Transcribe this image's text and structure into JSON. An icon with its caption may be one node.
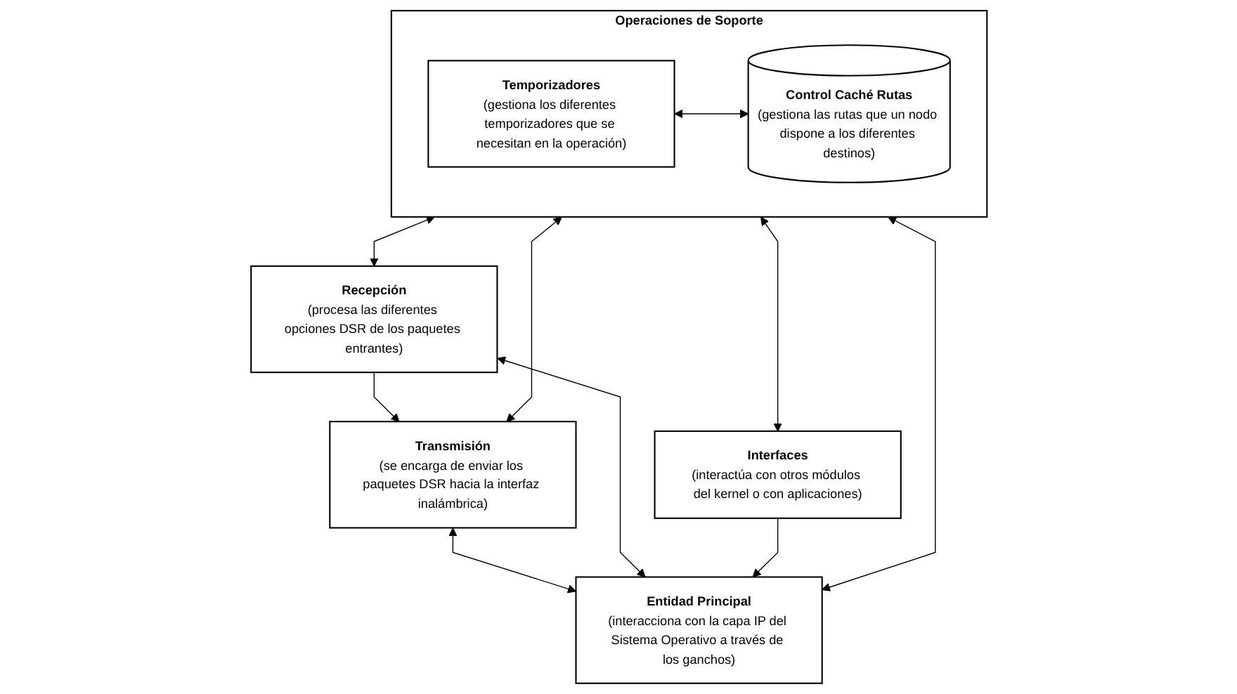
{
  "diagram": {
    "nodes": [
      {
        "text": [
          "Operaciones de Soporte"
        ]
      },
      {
        "text": [
          "Temporizadores",
          "(gestiona los diferentes temporizadores que se necesitan en la operación)"
        ],
        "in": 0
      },
      {
        "text": [
          "Control Caché Rutas",
          "(gestiona las rutas que un nodo dispone a los diferentes destinos)"
        ],
        "in": 0
      },
      {
        "text": [
          "Interfaces",
          "(interactúa con otros módulos del kernel o con aplicaciones)"
        ]
      },
      {
        "text": [
          "Transmisión",
          "(se encarga de enviar los paquetes DSR hacia la interfaz inalámbrica)"
        ]
      },
      {
        "text": [
          "Recepción",
          "(procesa las diferentes opciones DSR de los paquetes entrantes)"
        ]
      },
      {
        "text": [
          "Entidad Principal",
          "(interacciona con la capa IP del Sistema Operativo a través de los ganchos)"
        ]
      }
    ],
    "edges": [
      {
        "from": 1,
        "to": 2,
        "arrow": "both"
      },
      {
        "from": 0,
        "to": 3,
        "arrow": "both"
      },
      {
        "from": 0,
        "to": 4,
        "arrow": "both"
      },
      {
        "from": 0,
        "to": 6,
        "arrow": "both"
      },
      {
        "from": 0,
        "to": 5,
        "arrow": "both"
      },
      {
        "from": 5,
        "to": 4,
        "arrow": "to"
      },
      {
        "from": 4,
        "to": 6,
        "arrow": "both"
      },
      {
        "from": 5,
        "to": 6,
        "arrow": "both"
      },
      {
        "from": 3,
        "to": 6,
        "arrow": "to"
      }
    ]
  }
}
